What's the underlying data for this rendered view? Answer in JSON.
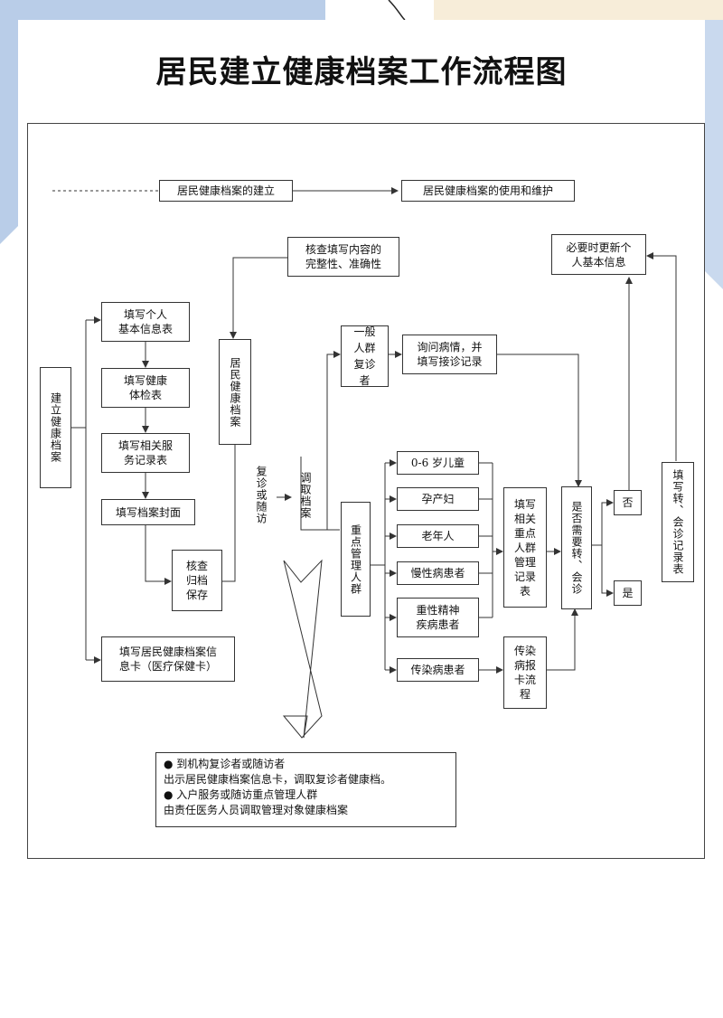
{
  "title": "居民建立健康档案工作流程图",
  "legend": {
    "build": "居民健康档案的建立",
    "use": "居民健康档案的使用和维护"
  },
  "nodes": {
    "build_archive": "建立健康档案",
    "fill_personal": "填写个人\n基本信息表",
    "fill_exam": "填写健康\n体检表",
    "fill_service": "填写相关服\n务记录表",
    "fill_cover": "填写档案封面",
    "check_save": "核查\n归档\n保存",
    "fill_card": "填写居民健康档案信\n息卡（医疗保健卡）",
    "resident_archive": "居民健康档案",
    "check_complete": "核查填写内容的\n完整性、准确性",
    "followup": "复诊或随访",
    "retrieve": "调取档案",
    "general_group": "一般\n人群\n复诊\n者",
    "ask_illness": "询问病情，并\n填写接诊记录",
    "key_group": "重点管理人群",
    "child": "0-6 岁儿童",
    "pregnant": "孕产妇",
    "elderly": "老年人",
    "chronic": "慢性病患者",
    "mental": "重性精神\n疾病患者",
    "infectious": "传染病患者",
    "fill_key_record": "填写\n相关\n重点\n人群\n管理\n记录\n表",
    "infect_report": "传染\n病报\n卡流\n程",
    "need_referral": "是否需要转、会诊",
    "no": "否",
    "yes": "是",
    "update_info": "必要时更新个\n人基本信息",
    "fill_referral": "填写转、会诊记录表"
  },
  "note": {
    "line1": "● 到机构复诊者或随访者",
    "line2": "出示居民健康档案信息卡，调取复诊者健康档。",
    "line3": "● 入户服务或随访重点管理人群",
    "line4": "由责任医务人员调取管理对象健康档案"
  },
  "colors": {
    "line": "#333333",
    "deco_blue": "#b9cde8",
    "deco_cream": "#f7edd9"
  }
}
